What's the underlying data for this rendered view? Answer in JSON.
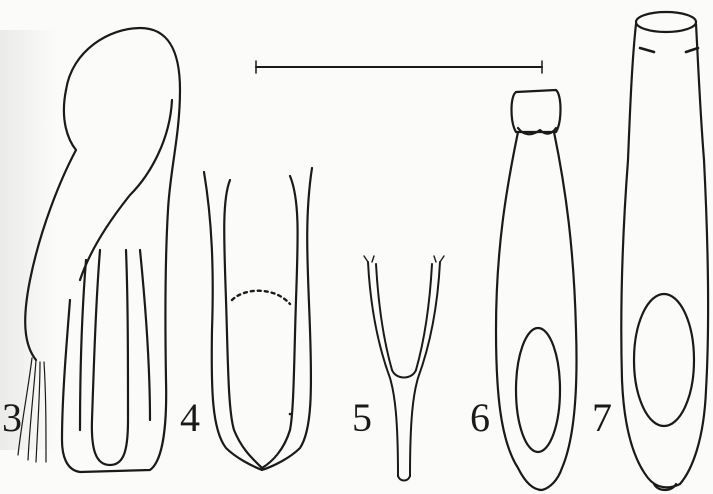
{
  "figure_labels": {
    "fig3": "3",
    "fig4": "4",
    "fig5": "5",
    "fig6": "6",
    "fig7": "7"
  },
  "icons": {
    "fig3": "genitalia-outline-drawing",
    "fig4": "sclerite-outline-drawing",
    "fig5": "forked-sclerite-drawing",
    "fig6": "tubular-sclerite-drawing",
    "fig7": "tubular-sclerite-drawing",
    "scale": "scale-bar"
  },
  "colors": {
    "ink": "#1a1a1a",
    "paper": "#fbfbfa"
  }
}
